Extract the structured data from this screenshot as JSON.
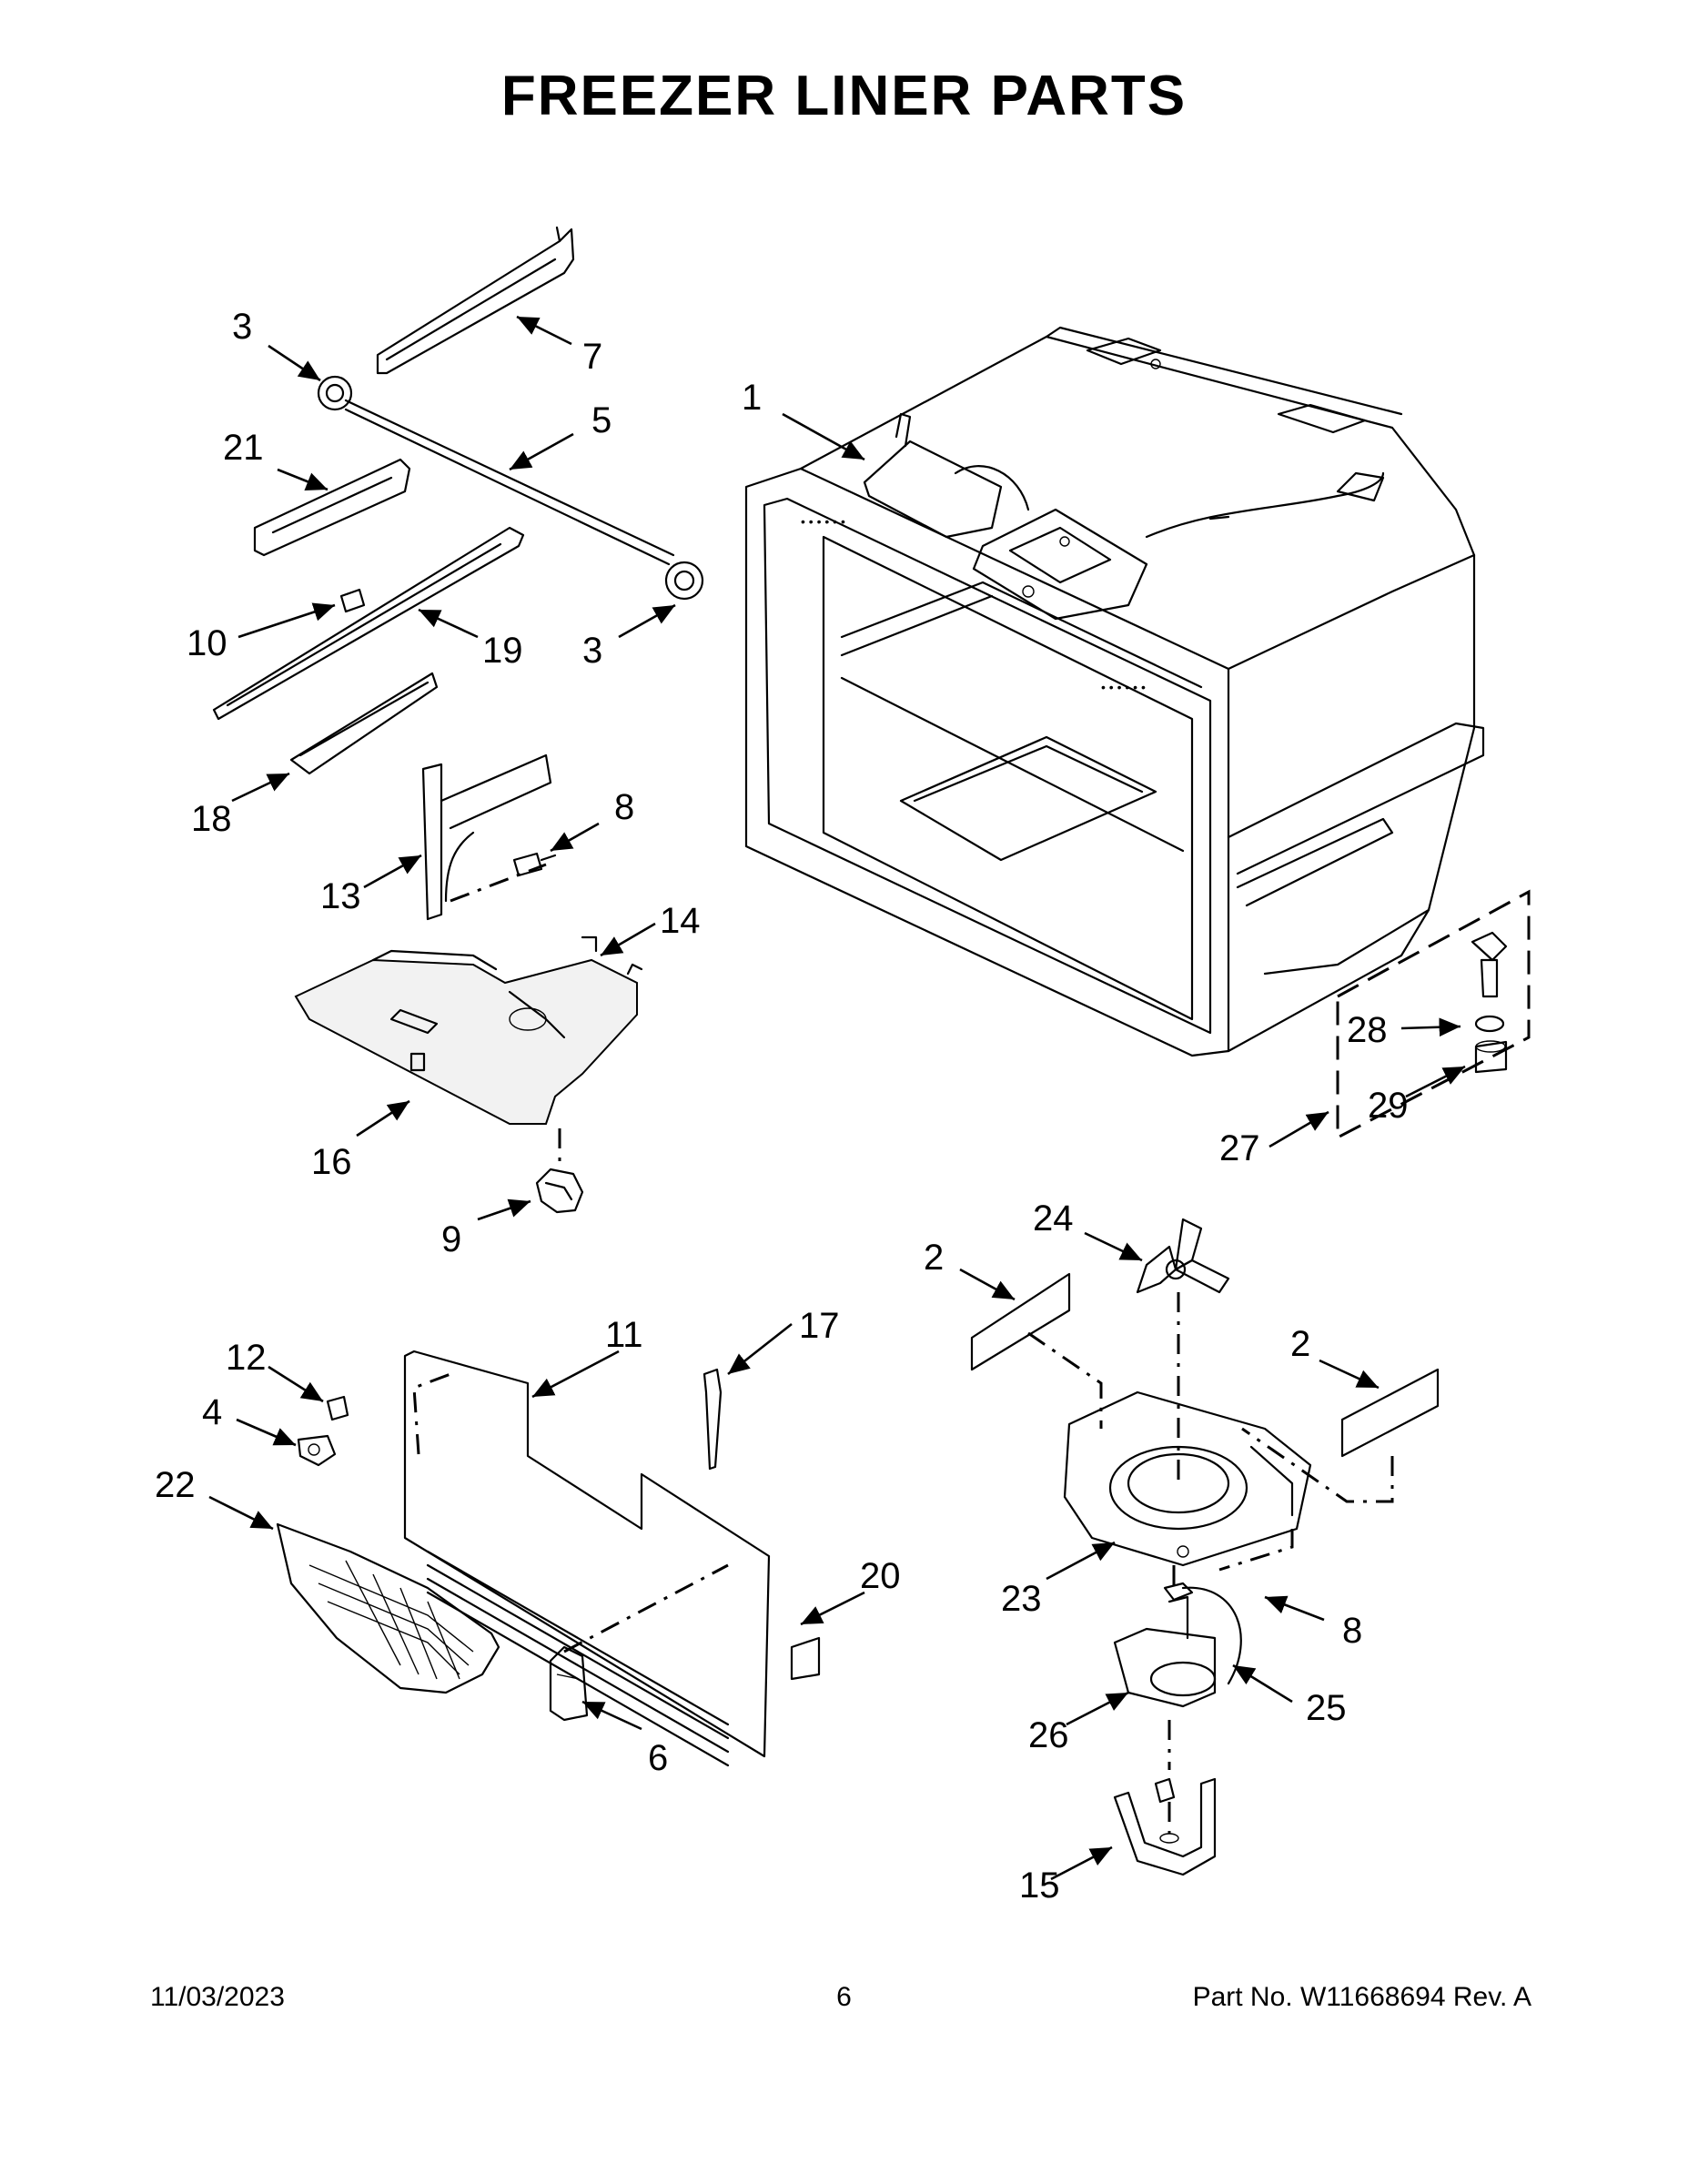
{
  "title": "FREEZER LINER PARTS",
  "footer": {
    "date": "11/03/2023",
    "page": "6",
    "part_no": "Part No.  W11668694  Rev.  A"
  },
  "callouts": {
    "c1": "1",
    "c2a": "2",
    "c2b": "2",
    "c3a": "3",
    "c3b": "3",
    "c4": "4",
    "c5": "5",
    "c6": "6",
    "c7": "7",
    "c8a": "8",
    "c8b": "8",
    "c9": "9",
    "c10": "10",
    "c11": "11",
    "c12": "12",
    "c13": "13",
    "c14": "14",
    "c15": "15",
    "c16": "16",
    "c17": "17",
    "c18": "18",
    "c19": "19",
    "c20": "20",
    "c21": "21",
    "c22": "22",
    "c23": "23",
    "c24": "24",
    "c25": "25",
    "c26": "26",
    "c27": "27",
    "c28": "28",
    "c29": "29"
  }
}
